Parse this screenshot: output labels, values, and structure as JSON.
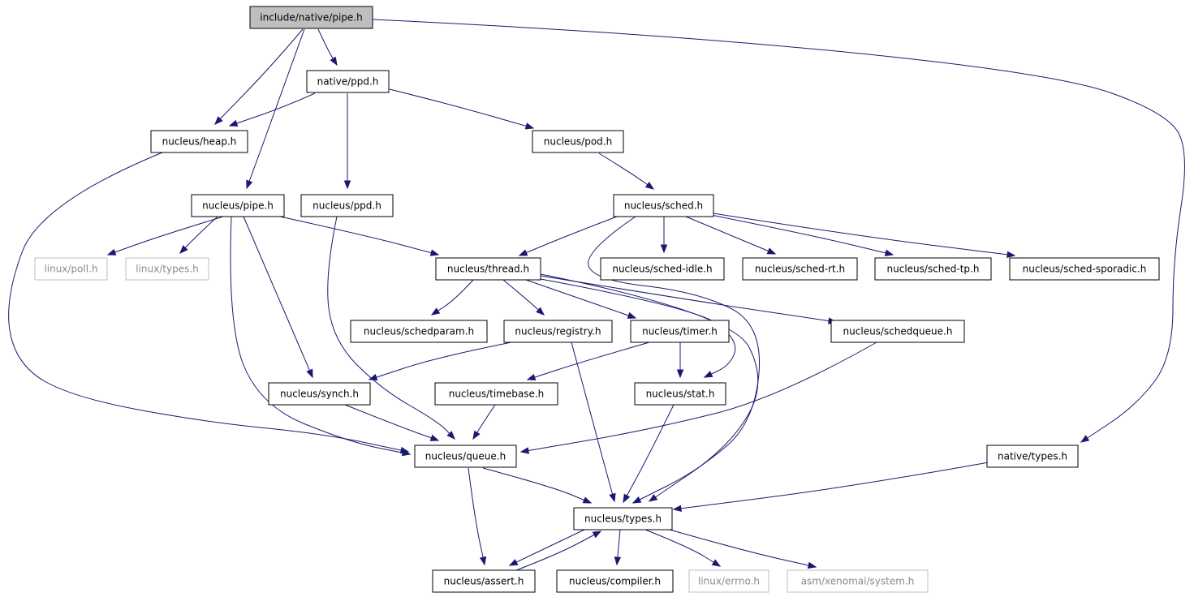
{
  "diagram": {
    "type": "include-dependency-graph",
    "colors": {
      "edge": "#191970",
      "node_border": "#000000",
      "external_border": "#bfbfbf",
      "external_text": "#8a8a8a",
      "root_fill": "#bfbfbf"
    },
    "nodes": [
      {
        "id": "root",
        "label": "include/native/pipe.h",
        "kind": "root"
      },
      {
        "id": "native_ppd",
        "label": "native/ppd.h",
        "kind": "local"
      },
      {
        "id": "nucleus_heap",
        "label": "nucleus/heap.h",
        "kind": "local"
      },
      {
        "id": "nucleus_pod",
        "label": "nucleus/pod.h",
        "kind": "local"
      },
      {
        "id": "nucleus_pipe",
        "label": "nucleus/pipe.h",
        "kind": "local"
      },
      {
        "id": "nucleus_ppd",
        "label": "nucleus/ppd.h",
        "kind": "local"
      },
      {
        "id": "nucleus_sched",
        "label": "nucleus/sched.h",
        "kind": "local"
      },
      {
        "id": "linux_poll",
        "label": "linux/poll.h",
        "kind": "external"
      },
      {
        "id": "linux_types",
        "label": "linux/types.h",
        "kind": "external"
      },
      {
        "id": "nucleus_thread",
        "label": "nucleus/thread.h",
        "kind": "local"
      },
      {
        "id": "sched_idle",
        "label": "nucleus/sched-idle.h",
        "kind": "local"
      },
      {
        "id": "sched_rt",
        "label": "nucleus/sched-rt.h",
        "kind": "local"
      },
      {
        "id": "sched_tp",
        "label": "nucleus/sched-tp.h",
        "kind": "local"
      },
      {
        "id": "sched_sporadic",
        "label": "nucleus/sched-sporadic.h",
        "kind": "local"
      },
      {
        "id": "schedparam",
        "label": "nucleus/schedparam.h",
        "kind": "local"
      },
      {
        "id": "registry",
        "label": "nucleus/registry.h",
        "kind": "local"
      },
      {
        "id": "timer",
        "label": "nucleus/timer.h",
        "kind": "local"
      },
      {
        "id": "schedqueue",
        "label": "nucleus/schedqueue.h",
        "kind": "local"
      },
      {
        "id": "synch",
        "label": "nucleus/synch.h",
        "kind": "local"
      },
      {
        "id": "timebase",
        "label": "nucleus/timebase.h",
        "kind": "local"
      },
      {
        "id": "stat",
        "label": "nucleus/stat.h",
        "kind": "local"
      },
      {
        "id": "queue",
        "label": "nucleus/queue.h",
        "kind": "local"
      },
      {
        "id": "native_types",
        "label": "native/types.h",
        "kind": "local"
      },
      {
        "id": "nucleus_types",
        "label": "nucleus/types.h",
        "kind": "local"
      },
      {
        "id": "assert",
        "label": "nucleus/assert.h",
        "kind": "local"
      },
      {
        "id": "compiler",
        "label": "nucleus/compiler.h",
        "kind": "local"
      },
      {
        "id": "linux_errno",
        "label": "linux/errno.h",
        "kind": "external"
      },
      {
        "id": "asm_system",
        "label": "asm/xenomai/system.h",
        "kind": "external"
      }
    ],
    "edges": [
      [
        "root",
        "native_ppd"
      ],
      [
        "root",
        "nucleus_heap"
      ],
      [
        "root",
        "nucleus_pipe"
      ],
      [
        "root",
        "native_types"
      ],
      [
        "native_ppd",
        "nucleus_heap"
      ],
      [
        "native_ppd",
        "nucleus_ppd"
      ],
      [
        "native_ppd",
        "nucleus_pod"
      ],
      [
        "nucleus_heap",
        "queue"
      ],
      [
        "nucleus_pod",
        "nucleus_sched"
      ],
      [
        "nucleus_pipe",
        "linux_poll"
      ],
      [
        "nucleus_pipe",
        "linux_types"
      ],
      [
        "nucleus_pipe",
        "nucleus_thread"
      ],
      [
        "nucleus_pipe",
        "synch"
      ],
      [
        "nucleus_pipe",
        "queue"
      ],
      [
        "nucleus_ppd",
        "queue"
      ],
      [
        "nucleus_sched",
        "nucleus_thread"
      ],
      [
        "nucleus_sched",
        "sched_idle"
      ],
      [
        "nucleus_sched",
        "sched_rt"
      ],
      [
        "nucleus_sched",
        "sched_tp"
      ],
      [
        "nucleus_sched",
        "sched_sporadic"
      ],
      [
        "nucleus_sched",
        "nucleus_types"
      ],
      [
        "nucleus_thread",
        "schedparam"
      ],
      [
        "nucleus_thread",
        "registry"
      ],
      [
        "nucleus_thread",
        "timer"
      ],
      [
        "nucleus_thread",
        "schedqueue"
      ],
      [
        "nucleus_thread",
        "stat"
      ],
      [
        "nucleus_thread",
        "nucleus_types"
      ],
      [
        "registry",
        "synch"
      ],
      [
        "registry",
        "nucleus_types"
      ],
      [
        "timer",
        "timebase"
      ],
      [
        "timer",
        "stat"
      ],
      [
        "schedqueue",
        "queue"
      ],
      [
        "synch",
        "queue"
      ],
      [
        "timebase",
        "queue"
      ],
      [
        "stat",
        "nucleus_types"
      ],
      [
        "queue",
        "nucleus_types"
      ],
      [
        "queue",
        "assert"
      ],
      [
        "native_types",
        "nucleus_types"
      ],
      [
        "nucleus_types",
        "assert"
      ],
      [
        "nucleus_types",
        "compiler"
      ],
      [
        "nucleus_types",
        "linux_errno"
      ],
      [
        "nucleus_types",
        "asm_system"
      ],
      [
        "assert",
        "nucleus_types"
      ]
    ]
  }
}
